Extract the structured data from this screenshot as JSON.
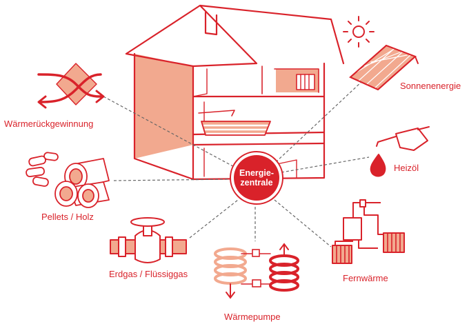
{
  "colors": {
    "accent": "#d9222a",
    "light": "#f2a98f",
    "line": "#666666"
  },
  "center": {
    "line1": "Energie-",
    "line2": "zentrale"
  },
  "sources": {
    "waermerueckgewinnung": "Wärmerückgewinnung",
    "pellets_holz": "Pellets / Holz",
    "erdgas": "Erdgas / Flüssiggas",
    "waermepumpe": "Wärmepumpe",
    "fernwaerme": "Fernwärme",
    "heizoel": "Heizöl",
    "sonnenenergie": "Sonnenenergie"
  }
}
